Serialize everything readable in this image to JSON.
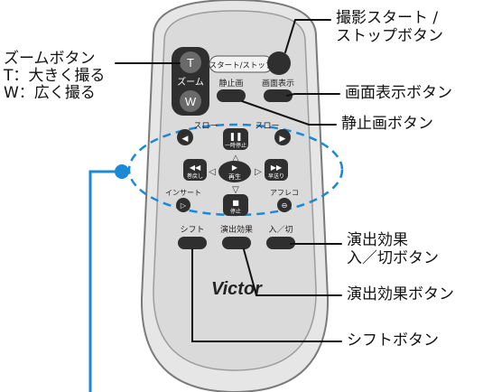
{
  "callouts": {
    "zoom": {
      "title": "ズームボタン",
      "line_t": "T：大きく撮る",
      "line_w": "W：広く撮る"
    },
    "start_stop": {
      "line1": "撮影スタート /",
      "line2": "ストップボタン"
    },
    "display": "画面表示ボタン",
    "still": "静止画ボタン",
    "effect_onoff": {
      "line1": "演出効果",
      "line2": "入／切ボタン"
    },
    "effect": "演出効果ボタン",
    "shift": "シフトボタン"
  },
  "remote": {
    "zoom_t": "T",
    "zoom_label": "ズーム",
    "zoom_w": "W",
    "start_stop_label": "スタート/ストップ",
    "still_label": "静止画",
    "display_label": "画面表示",
    "slow_left": "スロー",
    "slow_right": "スロー",
    "pause_label": "一時停止",
    "play_label": "再生",
    "rewind_label": "巻戻し",
    "ff_label": "早送り",
    "stop_label": "停止",
    "insert_label": "インサート",
    "afreco_label": "アフレコ",
    "shift_label": "シフト",
    "effect_label": "演出効果",
    "onoff_label": "入／切",
    "logo": "Victor"
  },
  "colors": {
    "accent": "#1a8ad6",
    "remote_body": "#e4e4e4",
    "remote_inner": "#d0d0d0",
    "button_dark": "#2f2f2f"
  }
}
